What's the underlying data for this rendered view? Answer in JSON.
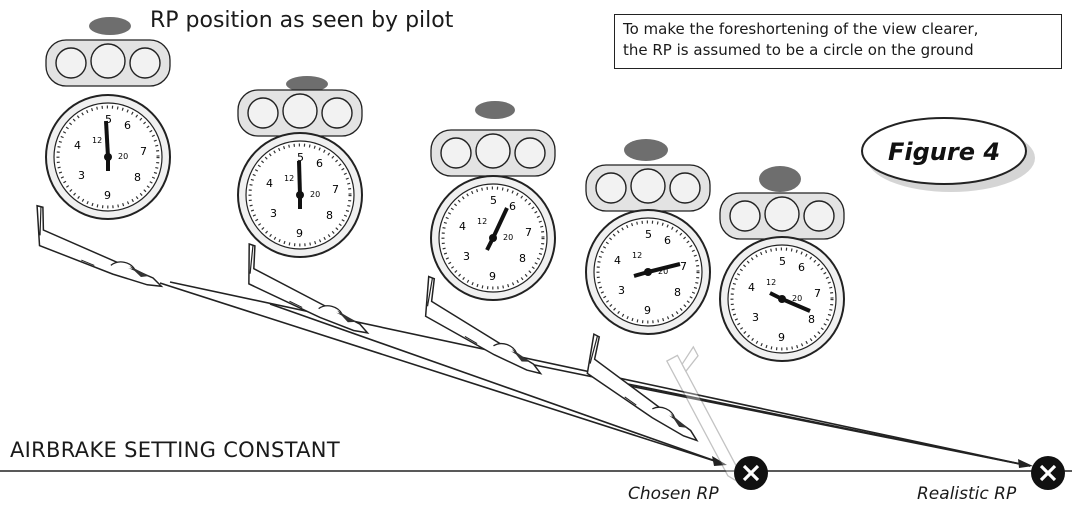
{
  "legend": {
    "text": "RP position as seen by pilot"
  },
  "note": {
    "line1": "To make the foreshortening of the view clearer,",
    "line2": "the RP is assumed to be a circle on the ground"
  },
  "figure_label": "Figure 4",
  "ground_label": "AIRBRAKE SETTING CONSTANT",
  "rp_labels": {
    "chosen": "Chosen RP",
    "realistic": "Realistic RP"
  },
  "colors": {
    "rp_fill": "#6e6e6e",
    "ink": "#1a1a1a",
    "instrument_grey": "#e6e6e6"
  },
  "icons": [
    "rp-marker-icon",
    "x-marker-icon",
    "glider-icon",
    "instrument-panel-icon"
  ]
}
